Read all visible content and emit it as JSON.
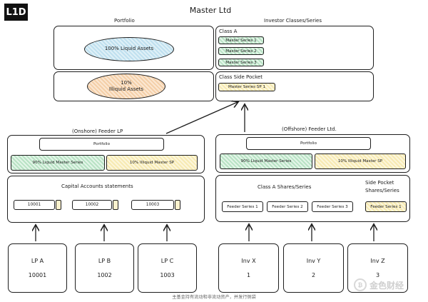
{
  "logo": "L1D",
  "title": "Master Ltd",
  "master": {
    "portfolio_label": "Portfolio",
    "classes_label": "Investor Classes/Series",
    "liquid": "100% Liquid Assets",
    "illiquid_pct": "10%",
    "illiquid_label": "Illiquid Assets",
    "class_a": "Class A",
    "series": [
      "Master Series 1",
      "Master Series 2",
      "Master Series 3"
    ],
    "side_pocket": "Class Side Pocket",
    "sp_series": "Master Series SP 1"
  },
  "onshore": {
    "title": "(Onshore) Feeder LP",
    "portfolio": "Portfolio",
    "liquid": "90% Liquid Master Series",
    "illiquid": "10% Illiquid Master SP",
    "cap_title": "Capital Accounts statements",
    "accounts": [
      "10001",
      "10002",
      "10003"
    ]
  },
  "offshore": {
    "title": "(Offshore) Feeder Ltd.",
    "portfolio": "Portfolio",
    "liquid": "90% Liquid Master Series",
    "illiquid": "10% Illiquid Master SP",
    "shares_title": "Class A Shares/Series",
    "side_title_1": "Side Pocket",
    "side_title_2": "Shares/Series",
    "series": [
      "Feeder Series 1",
      "Feeder Series 2",
      "Feeder Series 3"
    ],
    "side_series": "Feeder Series 1"
  },
  "lps": [
    {
      "name": "LP A",
      "id": "10001"
    },
    {
      "name": "LP B",
      "id": "1002"
    },
    {
      "name": "LP C",
      "id": "1003"
    }
  ],
  "invs": [
    {
      "name": "Inv X",
      "id": "1"
    },
    {
      "name": "Inv Y",
      "id": "2"
    },
    {
      "name": "Inv Z",
      "id": "3"
    }
  ],
  "footer": "主基金持有流动和非流动资产，并发行侧袋",
  "watermark": "金色财经"
}
